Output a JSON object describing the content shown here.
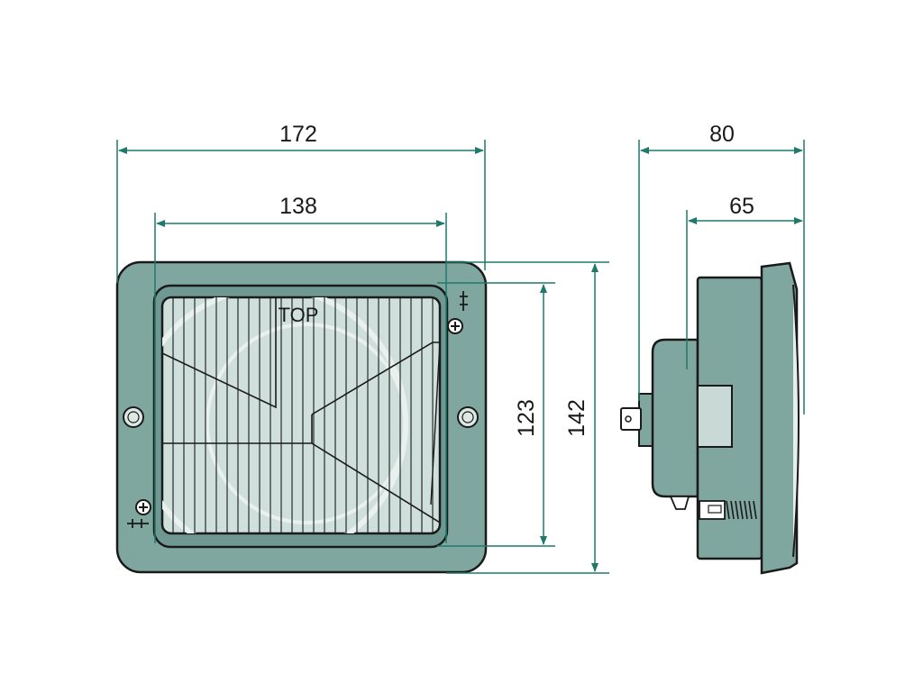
{
  "dimensions": {
    "overall_width": "172",
    "lens_width": "138",
    "lens_height": "123",
    "overall_height": "142",
    "overall_depth": "80",
    "housing_depth": "65"
  },
  "front_view": {
    "top_marking": "TOP"
  },
  "colors": {
    "dimension_line": "#1f7a6a",
    "housing_fill": "#80a6a0",
    "lens_fill": "#cfe0dc",
    "outline": "#1a1a1a"
  }
}
